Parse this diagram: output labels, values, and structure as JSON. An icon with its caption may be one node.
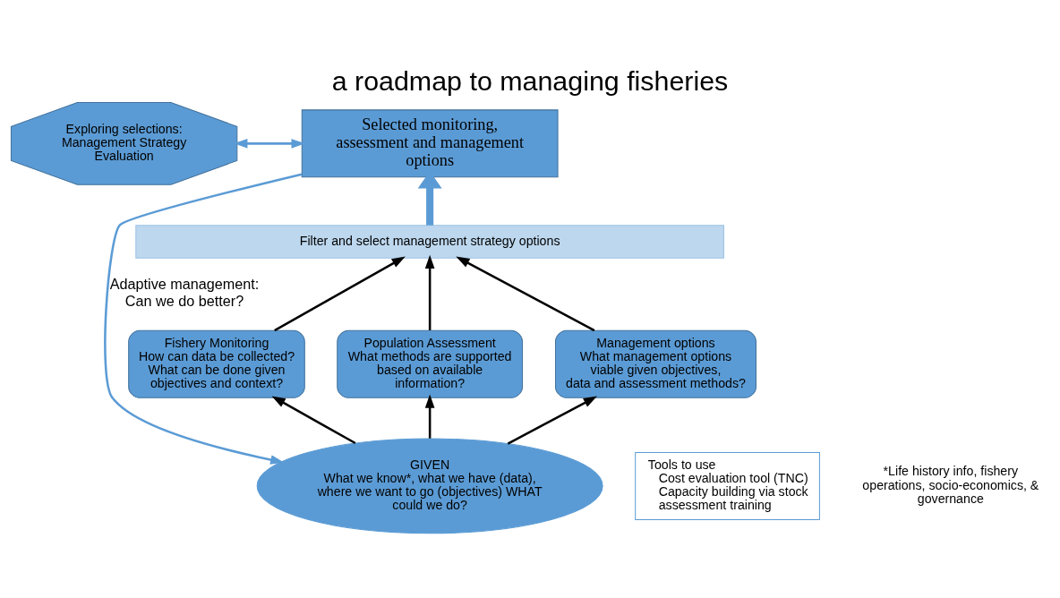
{
  "diagram": {
    "title": "a roadmap to managing fisheries",
    "nodes": [
      {
        "text": [
          "Exploring selections: Management Strategy Evaluation"
        ]
      },
      {
        "text": [
          "Selected monitoring, assessment and management options"
        ]
      },
      {
        "text": [
          "Filter and select management strategy options"
        ]
      },
      {
        "text": [
          "Fishery Monitoring",
          "How can data be collected? What can be done given objectives and context?"
        ]
      },
      {
        "text": [
          "Population Assessment",
          "What methods are supported based on available information?"
        ]
      },
      {
        "text": [
          "Management options",
          "What management options viable given objectives, data and assessment methods?"
        ]
      },
      {
        "text": [
          "GIVEN",
          "What we know*, what we have (data), where we want to go (objectives) WHAT could we do?"
        ]
      },
      {
        "text": [
          "Tools to use",
          "Cost evaluation tool (TNC)",
          "Capacity building via stock assessment training"
        ]
      }
    ],
    "edges": [
      {
        "from": 0,
        "to": 1,
        "arrow": "both",
        "color": "#5b9bd5"
      },
      {
        "from": 2,
        "to": 1,
        "arrow": "to",
        "style": "thick",
        "color": "#5b9bd5"
      },
      {
        "from": 3,
        "to": 2,
        "arrow": "to"
      },
      {
        "from": 4,
        "to": 2,
        "arrow": "to"
      },
      {
        "from": 5,
        "to": 2,
        "arrow": "to"
      },
      {
        "from": 6,
        "to": 3,
        "arrow": "to"
      },
      {
        "from": 6,
        "to": 4,
        "arrow": "to"
      },
      {
        "from": 6,
        "to": 5,
        "arrow": "to"
      },
      {
        "from": 1,
        "to": 6,
        "arrow": "to",
        "label": "Adaptive management: Can we do better?",
        "color": "#5b9bd5"
      }
    ],
    "labels": [
      "*Life history info, fishery operations, socio-economics, & governance"
    ]
  }
}
